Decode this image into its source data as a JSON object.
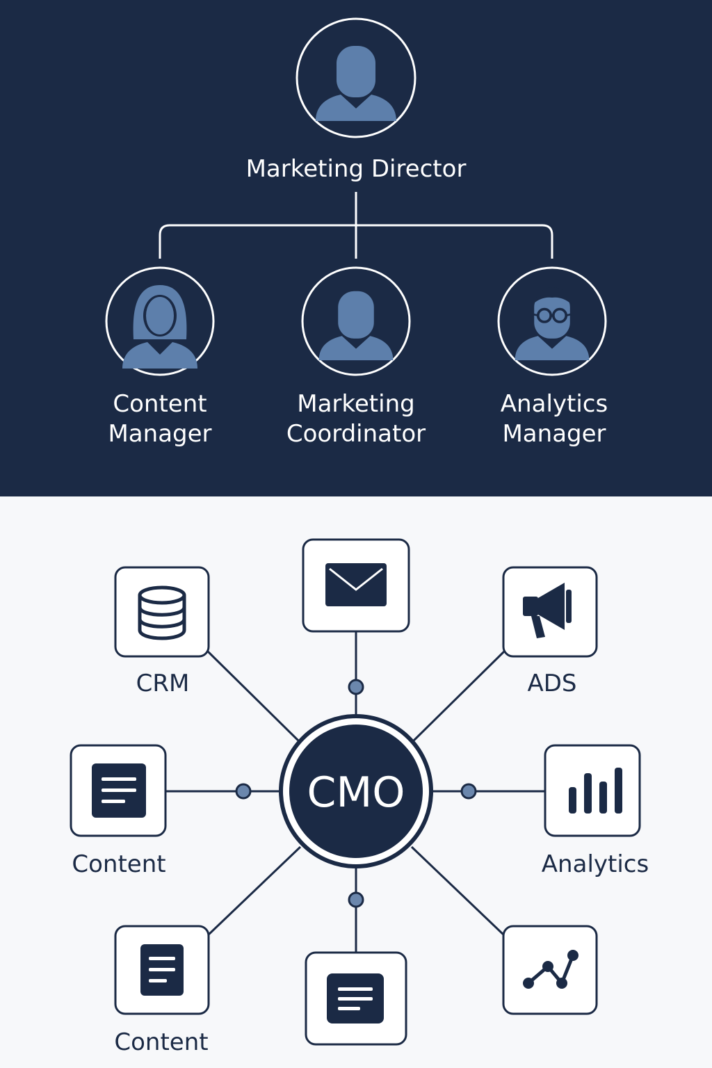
{
  "org_chart": {
    "background": "#1b2a45",
    "line_color": "#ffffff",
    "avatar_color": "#5d7fab",
    "director": {
      "label": "Marketing Director",
      "icon": "person-icon"
    },
    "reports": [
      {
        "line1": "Content",
        "line2": "Manager",
        "icon": "woman-icon"
      },
      {
        "line1": "Marketing",
        "line2": "Coordinator",
        "icon": "person-icon"
      },
      {
        "line1": "Analytics",
        "line2": "Manager",
        "icon": "person-with-glasses-icon"
      }
    ]
  },
  "hub": {
    "background": "#f7f8fa",
    "accent": "#1b2a45",
    "connector_dot_color": "#6b87ad",
    "center_label": "CMO",
    "nodes": {
      "crm": {
        "label": "CRM",
        "icon": "database-icon"
      },
      "email": {
        "label": "",
        "icon": "envelope-icon"
      },
      "ads": {
        "label": "ADS",
        "icon": "megaphone-icon"
      },
      "content_left": {
        "label": "Content",
        "icon": "document-icon"
      },
      "analytics": {
        "label": "Analytics",
        "icon": "bar-chart-icon"
      },
      "content_bottom": {
        "label": "Content",
        "icon": "document-icon"
      },
      "message": {
        "label": "",
        "icon": "message-card-icon"
      },
      "trend": {
        "label": "",
        "icon": "line-chart-icon"
      }
    }
  }
}
